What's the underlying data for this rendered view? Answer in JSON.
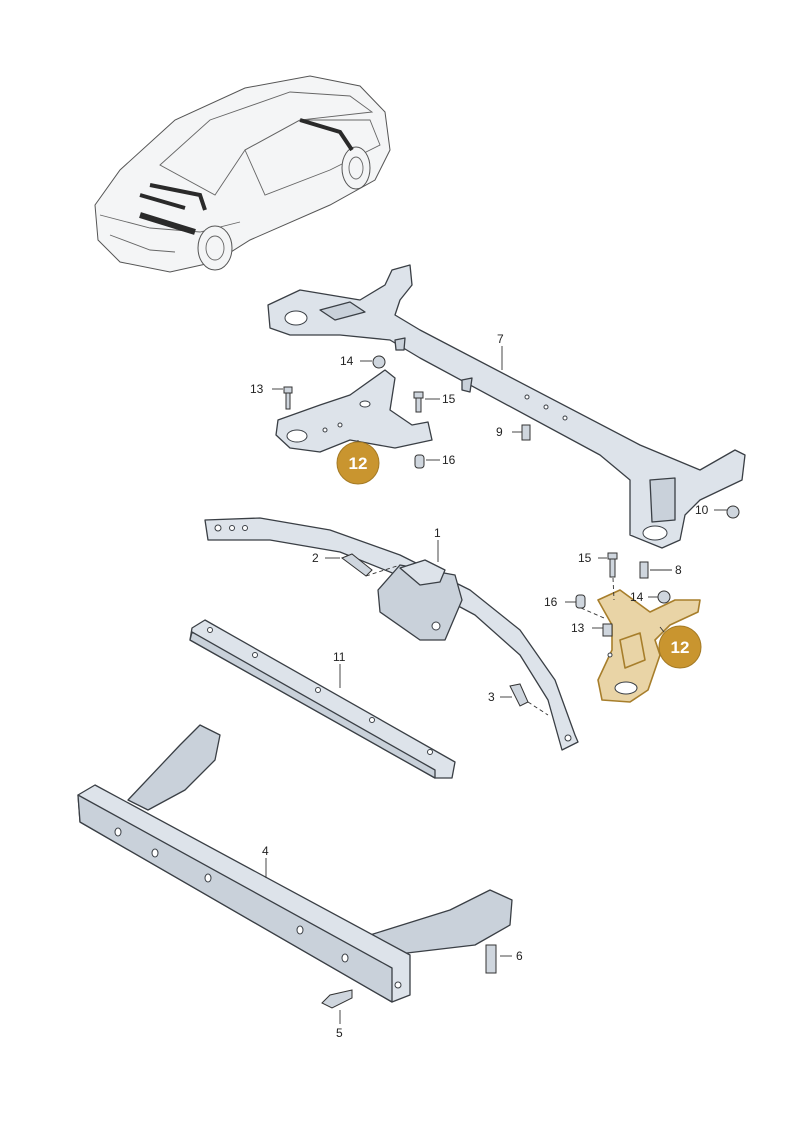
{
  "callouts": [
    {
      "id": "c1",
      "label": "1"
    },
    {
      "id": "c2",
      "label": "2"
    },
    {
      "id": "c3",
      "label": "3"
    },
    {
      "id": "c4",
      "label": "4"
    },
    {
      "id": "c5",
      "label": "5"
    },
    {
      "id": "c6",
      "label": "6"
    },
    {
      "id": "c7",
      "label": "7"
    },
    {
      "id": "c8",
      "label": "8"
    },
    {
      "id": "c9",
      "label": "9"
    },
    {
      "id": "c10",
      "label": "10"
    },
    {
      "id": "c11",
      "label": "11"
    },
    {
      "id": "c13a",
      "label": "13"
    },
    {
      "id": "c13b",
      "label": "13"
    },
    {
      "id": "c14a",
      "label": "14"
    },
    {
      "id": "c14b",
      "label": "14"
    },
    {
      "id": "c15a",
      "label": "15"
    },
    {
      "id": "c15b",
      "label": "15"
    },
    {
      "id": "c16a",
      "label": "16"
    },
    {
      "id": "c16b",
      "label": "16"
    }
  ],
  "highlight_badges": [
    {
      "id": "b12a",
      "label": "12"
    },
    {
      "id": "b12b",
      "label": "12"
    }
  ],
  "colors": {
    "badge": "#c9952f",
    "highlight_part": "#e9d4a6",
    "part": "#dde3ea"
  }
}
